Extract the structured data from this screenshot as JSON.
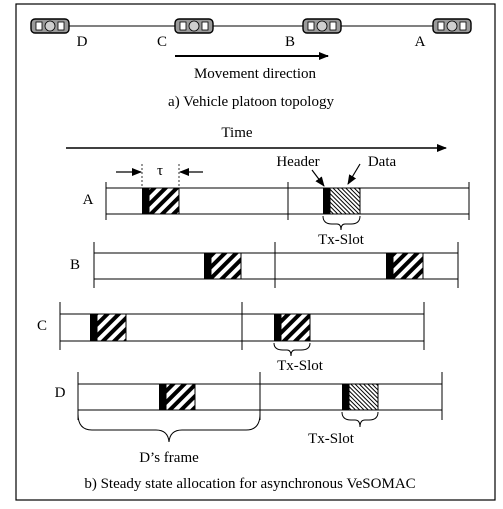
{
  "topology": {
    "vehicles": [
      "D",
      "C",
      "B",
      "A"
    ],
    "movement_label": "Movement direction",
    "caption": "a) Vehicle platoon topology"
  },
  "allocation": {
    "time_label": "Time",
    "tau_label": "τ",
    "header_label": "Header",
    "data_label": "Data",
    "rows": [
      {
        "name": "A"
      },
      {
        "name": "B"
      },
      {
        "name": "C"
      },
      {
        "name": "D"
      }
    ],
    "tx_slot_label": "Tx-Slot",
    "frame_label": "D’s frame",
    "caption": "b) Steady state allocation for asynchronous VeSOMAC"
  }
}
